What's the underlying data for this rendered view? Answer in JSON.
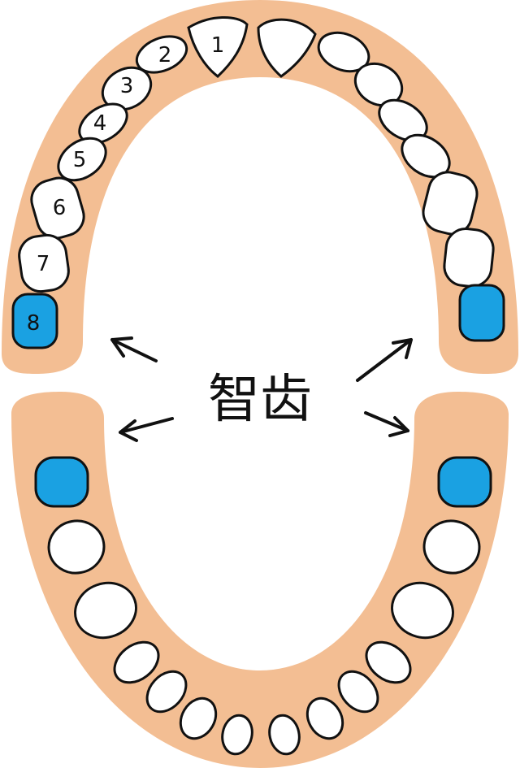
{
  "label": "智齿",
  "colors": {
    "gum": "#F3BE93",
    "tooth": "#FFFFFF",
    "wisdom": "#1AA1E2",
    "outline": "#111111"
  },
  "upper_teeth": [
    {
      "number": "1",
      "wisdom": false
    },
    {
      "number": "2",
      "wisdom": false
    },
    {
      "number": "3",
      "wisdom": false
    },
    {
      "number": "4",
      "wisdom": false
    },
    {
      "number": "5",
      "wisdom": false
    },
    {
      "number": "6",
      "wisdom": false
    },
    {
      "number": "7",
      "wisdom": false
    },
    {
      "number": "8",
      "wisdom": true
    }
  ]
}
